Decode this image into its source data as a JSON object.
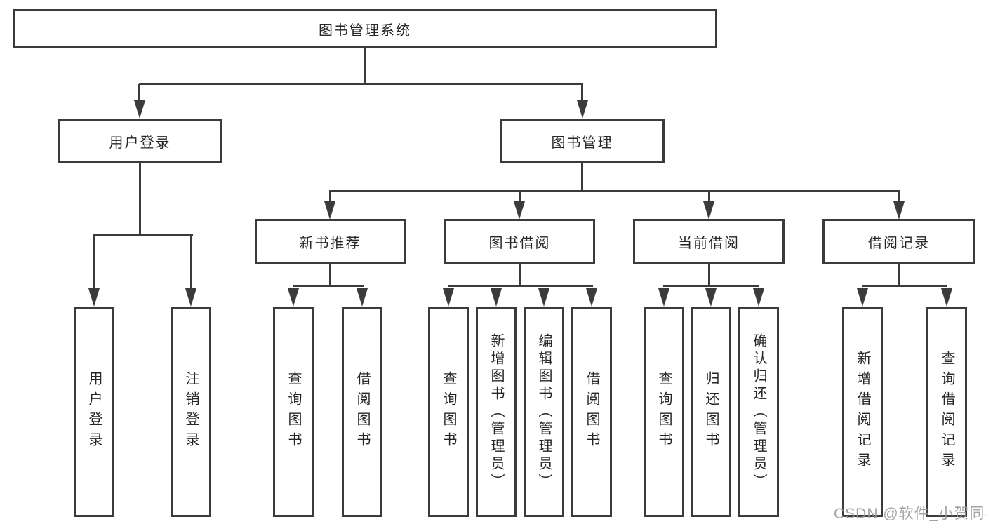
{
  "diagram": {
    "root": {
      "label": "图书管理系统"
    },
    "branches": [
      {
        "label": "用户登录",
        "children": [
          {
            "label": "用户登录"
          },
          {
            "label": "注销登录"
          }
        ]
      },
      {
        "label": "图书管理",
        "children": [
          {
            "label": "新书推荐",
            "children": [
              {
                "label": "查询图书"
              },
              {
                "label": "借阅图书"
              }
            ]
          },
          {
            "label": "图书借阅",
            "children": [
              {
                "label": "查询图书"
              },
              {
                "label": "新增图书（管理员）"
              },
              {
                "label": "编辑图书（管理员）"
              },
              {
                "label": "借阅图书"
              }
            ]
          },
          {
            "label": "当前借阅",
            "children": [
              {
                "label": "查询图书"
              },
              {
                "label": "归还图书"
              },
              {
                "label": "确认归还（管理员）"
              }
            ]
          },
          {
            "label": "借阅记录",
            "children": [
              {
                "label": "新增借阅记录"
              },
              {
                "label": "查询借阅记录"
              }
            ]
          }
        ]
      }
    ]
  },
  "watermark": {
    "text": "CSDN @软件_小贺同学",
    "color": "#969696"
  },
  "colors": {
    "line": "#3b3b3b",
    "box_border": "#3b3b3b",
    "text": "#262626",
    "background": "#ffffff",
    "watermark": "#969696"
  }
}
